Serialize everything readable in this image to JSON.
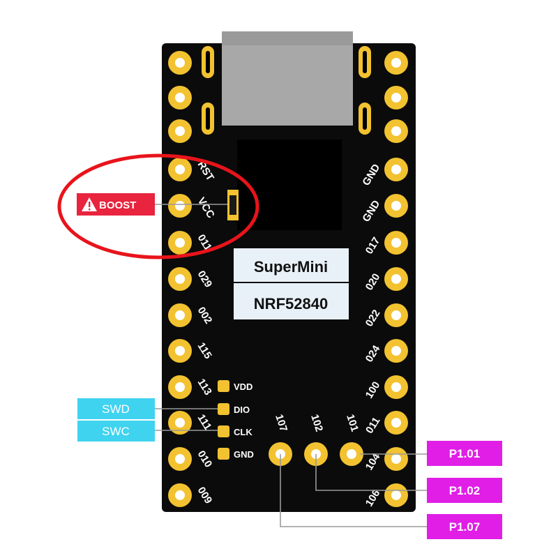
{
  "board": {
    "title_line1": "SuperMini",
    "title_line2": "NRF52840"
  },
  "left_pin_labels": [
    "RST",
    "VCC",
    "011",
    "029",
    "002",
    "115",
    "113",
    "111",
    "010",
    "009"
  ],
  "right_pin_labels": [
    "GND",
    "GND",
    "017",
    "020",
    "022",
    "024",
    "100",
    "011",
    "104",
    "106"
  ],
  "bottom_pin_labels": [
    "107",
    "102",
    "101"
  ],
  "debug_pads": [
    "VDD",
    "DIO",
    "CLK",
    "GND"
  ],
  "callouts": {
    "boost": "BOOST",
    "swd": "SWD",
    "swc": "SWC",
    "p101": "P1.01",
    "p102": "P1.02",
    "p107": "P1.07"
  },
  "colors": {
    "board": "#0b0b0b",
    "gold": "#f2c230",
    "boost_tag": "#e8243f",
    "swd_tag": "#3fd3f0",
    "p_tag": "#e01ee6",
    "highlight_ring": "#e8141b"
  },
  "icons": {
    "boost": "warning-triangle-icon"
  }
}
